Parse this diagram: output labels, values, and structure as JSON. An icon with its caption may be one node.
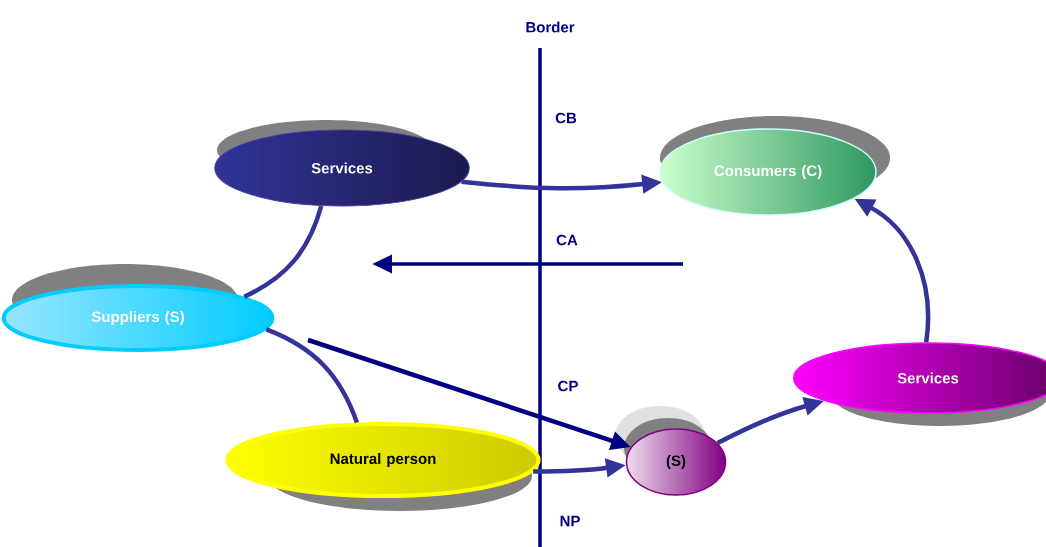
{
  "diagram": {
    "nodes": [
      {
        "text": [
          "Services"
        ]
      },
      {
        "text": [
          "Consumers (C)"
        ]
      },
      {
        "text": [
          "Suppliers (S)"
        ]
      },
      {
        "text": [
          "Natural person"
        ]
      },
      {
        "text": [
          "(S)"
        ]
      },
      {
        "text": [
          "Services"
        ]
      }
    ],
    "edges": [
      {
        "from": 0,
        "to": 1,
        "arrow": "to"
      },
      {
        "from": 2,
        "to": 0,
        "arrow": "none"
      },
      {
        "from": 2,
        "to": 3,
        "arrow": "none"
      },
      {
        "from": 3,
        "to": 4,
        "arrow": "to"
      },
      {
        "from": 4,
        "to": 5,
        "arrow": "to"
      },
      {
        "from": 5,
        "to": 1,
        "arrow": "to"
      },
      {
        "from": null,
        "to": 4,
        "arrow": "to",
        "color": "#000080"
      }
    ],
    "labels": [
      "Border",
      "CB",
      "CA",
      "CP",
      "NP"
    ]
  }
}
